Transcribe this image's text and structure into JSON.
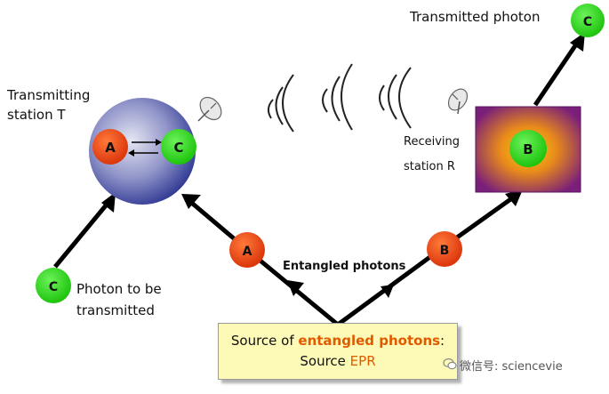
{
  "labels": {
    "transmitting_line1": "Transmitting",
    "transmitting_line2": "station T",
    "receiving_line1": "Receiving",
    "receiving_line2": "station R",
    "transmitted_photon": "Transmitted photon",
    "photon_to_be_line1": "Photon to be",
    "photon_to_be_line2": "transmitted",
    "entangled_photons": "Entangled photons"
  },
  "source_box": {
    "line1_prefix": "Source of ",
    "line1_highlight": "entangled photons",
    "line1_suffix": ":",
    "line2_prefix": "Source ",
    "line2_highlight": "EPR"
  },
  "particles": {
    "a": "A",
    "b": "B",
    "c": "C"
  },
  "watermark": "微信号: sciencevie",
  "colors": {
    "particle_red": "#e8400c",
    "particle_green": "#22d411",
    "station_t_outer": "#2e3792",
    "receiver_outer": "#7a1f7a",
    "receiver_inner": "#f0b010",
    "source_bg": "#fdf9b6",
    "highlight": "#e05a00"
  },
  "icons": [
    "satellite-dish-icon",
    "signal-wave-icon",
    "arrow-icon",
    "wechat-icon"
  ]
}
